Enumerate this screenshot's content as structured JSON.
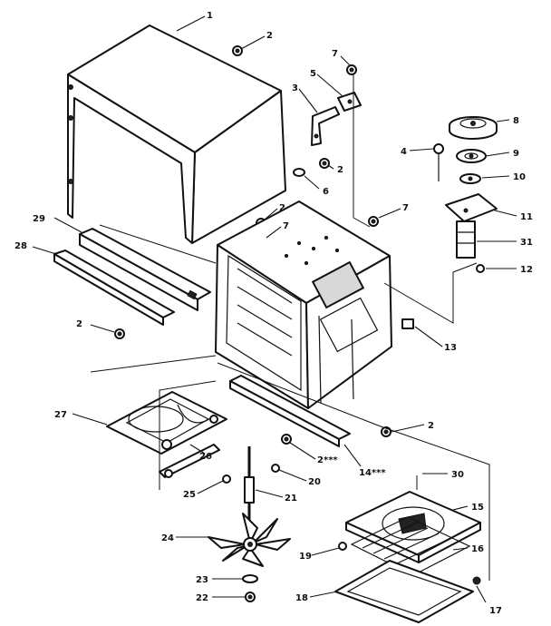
{
  "callouts": [
    {
      "id": "c1",
      "label": "1"
    },
    {
      "id": "c2a",
      "label": "2"
    },
    {
      "id": "c7a",
      "label": "7"
    },
    {
      "id": "c5",
      "label": "5"
    },
    {
      "id": "c3",
      "label": "3"
    },
    {
      "id": "c8",
      "label": "8"
    },
    {
      "id": "c4",
      "label": "4"
    },
    {
      "id": "c9",
      "label": "9"
    },
    {
      "id": "c10",
      "label": "10"
    },
    {
      "id": "c2b",
      "label": "2"
    },
    {
      "id": "c6",
      "label": "6"
    },
    {
      "id": "c2c",
      "label": "2"
    },
    {
      "id": "c7b",
      "label": "7"
    },
    {
      "id": "c7c",
      "label": "7"
    },
    {
      "id": "c11",
      "label": "11"
    },
    {
      "id": "c29",
      "label": "29"
    },
    {
      "id": "c31",
      "label": "31"
    },
    {
      "id": "c28",
      "label": "28"
    },
    {
      "id": "c12",
      "label": "12"
    },
    {
      "id": "c2d",
      "label": "2"
    },
    {
      "id": "c13",
      "label": "13"
    },
    {
      "id": "c27",
      "label": "27"
    },
    {
      "id": "c2e",
      "label": "2"
    },
    {
      "id": "c2f",
      "label": "2***"
    },
    {
      "id": "c14",
      "label": "14***"
    },
    {
      "id": "c26",
      "label": "26"
    },
    {
      "id": "c30",
      "label": "30"
    },
    {
      "id": "c20",
      "label": "20"
    },
    {
      "id": "c25",
      "label": "25"
    },
    {
      "id": "c21",
      "label": "21"
    },
    {
      "id": "c15",
      "label": "15"
    },
    {
      "id": "c24",
      "label": "24"
    },
    {
      "id": "c19",
      "label": "19"
    },
    {
      "id": "c16",
      "label": "16"
    },
    {
      "id": "c23",
      "label": "23"
    },
    {
      "id": "c18",
      "label": "18"
    },
    {
      "id": "c22",
      "label": "22"
    },
    {
      "id": "c17",
      "label": "17"
    }
  ]
}
